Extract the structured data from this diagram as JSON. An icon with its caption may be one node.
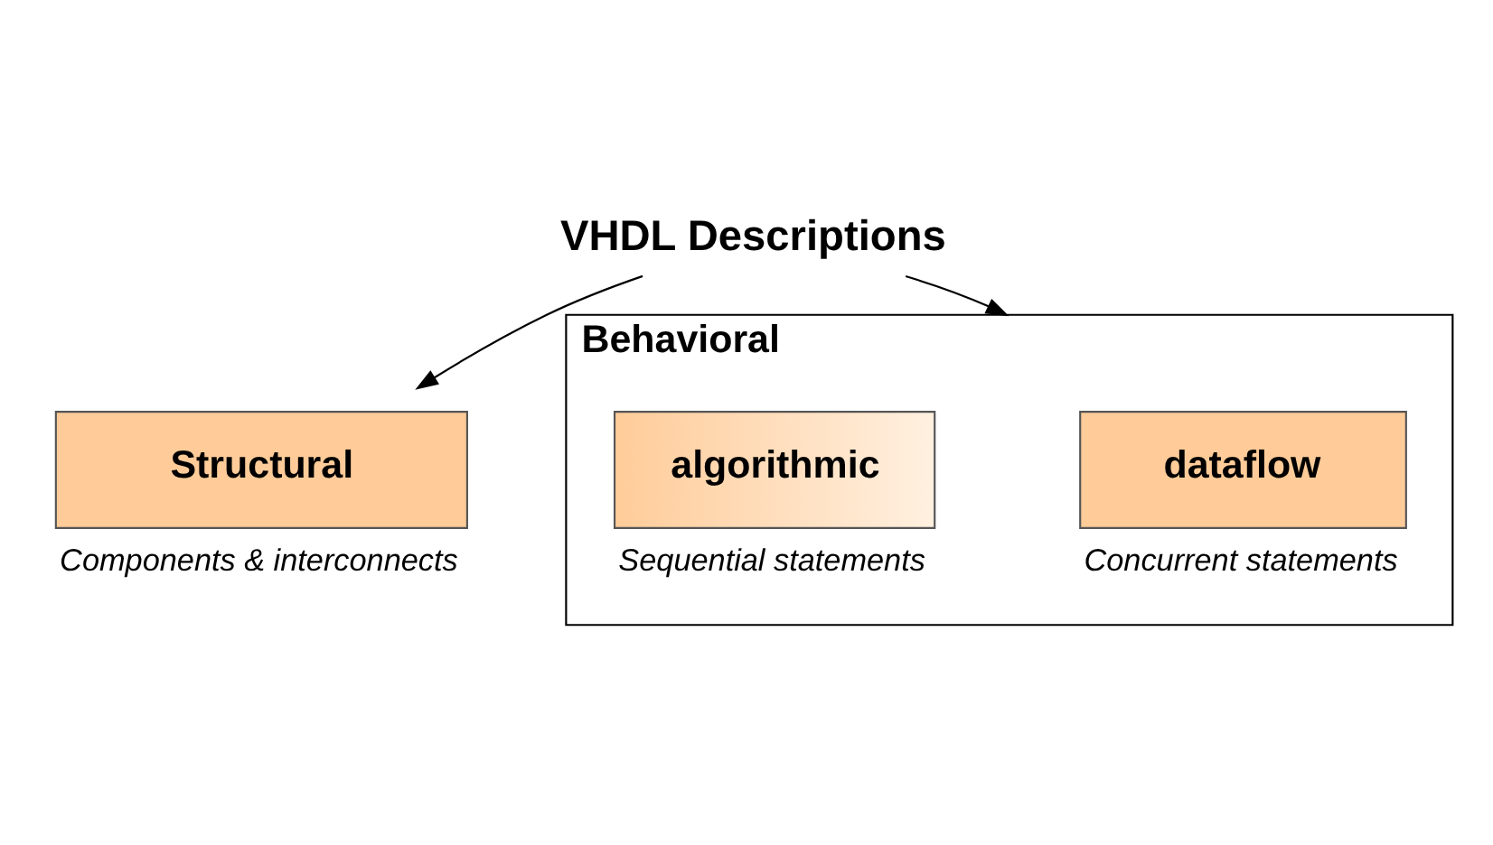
{
  "diagram": {
    "nodes": [
      {
        "text": [
          "VHDL Descriptions"
        ]
      },
      {
        "text": [
          "Structural"
        ],
        "beside": [
          "Components & interconnects"
        ]
      },
      {
        "text": [
          "Behavioral"
        ]
      },
      {
        "text": [
          "dataflow"
        ],
        "in": 2,
        "beside": [
          "Concurrent statements"
        ]
      },
      {
        "text": [
          "algorithmic"
        ],
        "in": 2,
        "beside": [
          "Sequential statements"
        ]
      }
    ],
    "edges": [
      {
        "from": 0,
        "to": 1,
        "arrow": "to"
      },
      {
        "from": 0,
        "to": 2,
        "arrow": "to"
      }
    ]
  }
}
